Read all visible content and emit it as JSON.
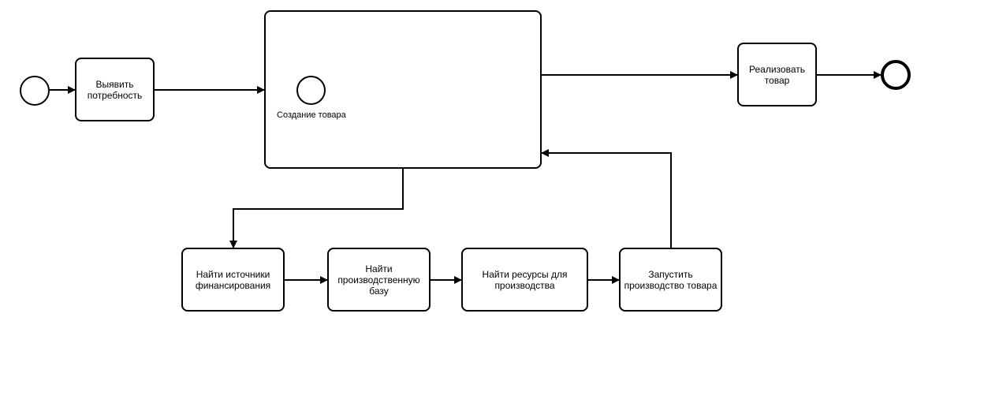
{
  "colors": {
    "stroke": "#000000",
    "fill": "#ffffff"
  },
  "diagram": {
    "start_event": "start-event",
    "end_event": "end-event",
    "tasks": {
      "identify_need": "Выявить\nпотребность",
      "realize_product": "Реализовать\nтовар",
      "find_financing": "Найти источники\nфинансирования",
      "find_production_base": "Найти\nпроизводственную\nбазу",
      "find_resources": "Найти ресурсы для\nпроизводства",
      "launch_production": "Запустить\nпроизводство товара"
    },
    "subprocess": {
      "inner_start_label": "Создание товара"
    }
  }
}
